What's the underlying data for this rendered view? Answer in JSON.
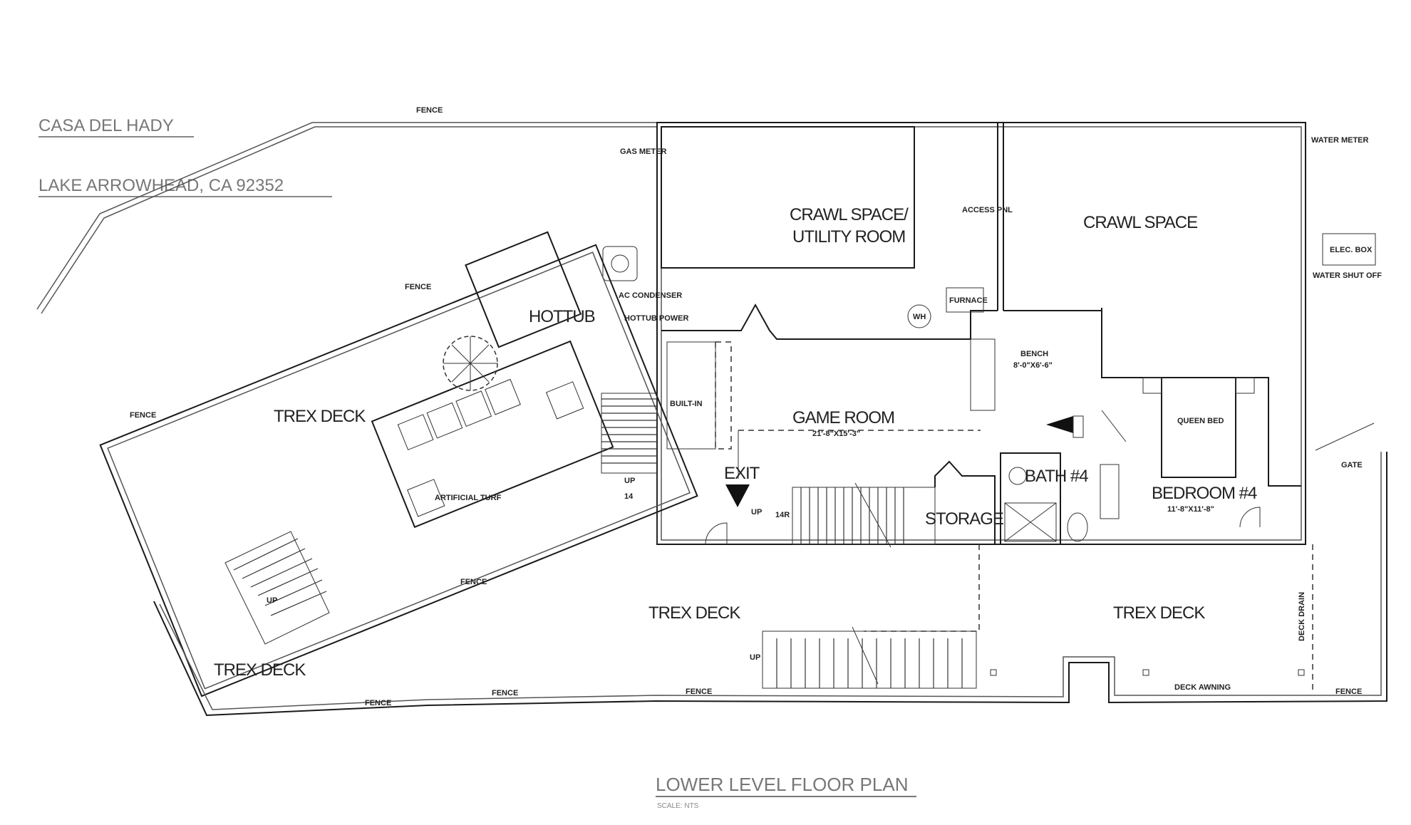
{
  "header": {
    "title": "CASA DEL HADY",
    "address": "LAKE ARROWHEAD, CA 92352"
  },
  "footer": {
    "title": "LOWER LEVEL FLOOR PLAN",
    "scale": "SCALE: NTS"
  },
  "rooms": {
    "crawl_utility_1": "CRAWL SPACE/",
    "crawl_utility_2": "UTILITY ROOM",
    "crawl_space": "CRAWL SPACE",
    "hottub": "HOTTUB",
    "trex_deck_upper": "TREX DECK",
    "trex_deck_lower_left": "TREX DECK",
    "trex_deck_center": "TREX DECK",
    "trex_deck_right": "TREX DECK",
    "artificial_turf": "ARTIFICIAL TURF",
    "game_room": "GAME ROOM",
    "game_room_dims": "21'-8\"X15'-3\"",
    "storage": "STORAGE",
    "bath": "BATH #4",
    "bedroom": "BEDROOM #4",
    "bedroom_dims": "11'-8\"X11'-8\"",
    "queen_bed": "QUEEN BED",
    "exit": "EXIT"
  },
  "notes": {
    "fence": "FENCE",
    "gas_meter": "GAS METER",
    "access_pnl": "ACCESS PNL",
    "furnace": "FURNACE",
    "wh": "WH",
    "bench": "BENCH",
    "bench_dims": "8'-0\"X6'-6\"",
    "water_meter": "WATER METER",
    "bus_box": "ELEC. BOX",
    "water_shutoff": "WATER SHUT OFF",
    "ac_condenser": "AC CONDENSER",
    "hottub_power": "HOTTUB POWER",
    "gate": "GATE",
    "built_in": "BUILT-IN",
    "up_label": "UP",
    "up_count_a": "14",
    "up_count_b": "14R",
    "deck_drain": "DECK DRAIN",
    "deck_awning": "DECK AWNING"
  }
}
